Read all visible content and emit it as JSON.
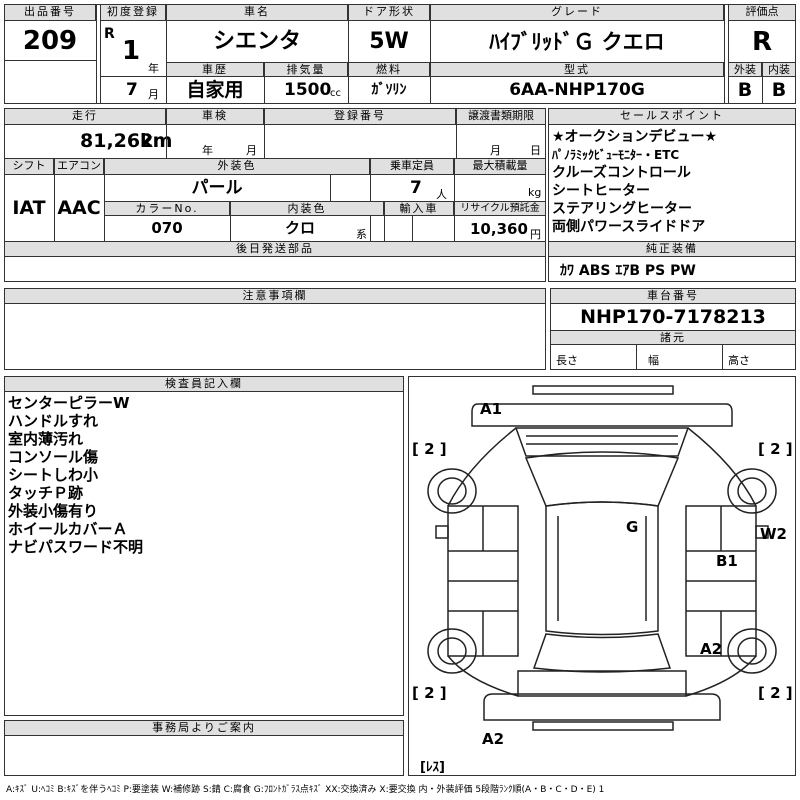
{
  "header": {
    "lot_label": "出品番号",
    "lot_number": "209",
    "first_reg_label": "初度登録",
    "era": "R",
    "year_num": "1",
    "year_unit": "年",
    "month_num": "7",
    "month_unit": "月",
    "car_name_label": "車名",
    "car_name": "シエンタ",
    "history_label": "車歴",
    "history": "自家用",
    "displacement_label": "排気量",
    "displacement": "1500",
    "displacement_unit": "cc",
    "door_label": "ドア形状",
    "door": "5W",
    "fuel_label": "燃料",
    "fuel": "ｶﾞｿﾘﾝ",
    "grade_label": "グレード",
    "grade": "ﾊｲﾌﾞﾘｯﾄﾞＧ クエロ",
    "model_label": "型式",
    "model": "6AA-NHP170G",
    "score_label": "評価点",
    "score": "R",
    "exterior_label": "外装",
    "exterior": "B",
    "interior_label": "内装",
    "interior": "B"
  },
  "row2": {
    "mileage_label": "走行",
    "mileage": "81,262",
    "mileage_unit": "km",
    "inspection_label": "車検",
    "year_unit": "年",
    "month_unit": "月",
    "regno_label": "登録番号",
    "transfer_label": "譲渡書類期限",
    "sales_point_label": "セールスポイント",
    "shift_label": "シフト",
    "shift": "IAT",
    "ac_label": "エアコン",
    "ac": "AAC",
    "ext_color_label": "外装色",
    "ext_color": "パール",
    "capacity_label": "乗車定員",
    "capacity": "7",
    "capacity_unit": "人",
    "max_load_label": "最大積載量",
    "max_load_unit": "kg",
    "color_no_label": "カラーNo.",
    "color_no": "070",
    "int_color_label": "内装色",
    "int_color": "クロ",
    "int_color_unit": "系",
    "import_label": "輸入車",
    "recycle_label": "リサイクル預託金",
    "recycle": "10,360",
    "recycle_unit": "円",
    "later_label": "後日発送部品",
    "equipment_label": "純正装備",
    "equipment": "ｶﾜ ABS ｴｱB PS PW"
  },
  "sales_points": [
    "★オークションデビュー★",
    "ﾊﾟﾉﾗﾐｯｸﾋﾞｭｰﾓﾆﾀｰ・ETC",
    "クルーズコントロール",
    "シートヒーター",
    "ステアリングヒーター",
    "両側パワースライドドア"
  ],
  "notes_label": "注意事項欄",
  "chassis_label": "車台番号",
  "chassis": "NHP170-7178213",
  "specs_label": "諸元",
  "length_label": "長さ",
  "width_label": "幅",
  "height_label": "高さ",
  "inspector_label": "検査員記入欄",
  "inspector_notes": [
    "センターピラーW",
    "ハンドルすれ",
    "室内薄汚れ",
    "コンソール傷",
    "シートしわ小",
    "タッチＰ跡",
    "外装小傷有り",
    "ホイールカバーＡ",
    "ナビパスワード不明"
  ],
  "office_label": "事務局よりご案内",
  "diagram_marks": {
    "a1": "A1",
    "g": "G",
    "w2": "W2",
    "b1": "B1",
    "a2_right": "A2",
    "a2_bottom": "A2",
    "tire_fl": "[ 2 ]",
    "tire_fr": "[ 2 ]",
    "tire_rl": "[ 2 ]",
    "tire_rr": "[ 2 ]",
    "spare": "[ﾚｽ]"
  },
  "legend": "A:ｷｽﾞ U:ﾍｺﾐ B:ｷｽﾞを伴うﾍｺﾐ P:要塗装 W:補修跡 S:錆 C:腐食 G:ﾌﾛﾝﾄｶﾞﾗｽ点ｷｽﾞ XX:交換済み X:要交換 内・外装評価 5段階ﾗﾝｸ順(A・B・C・D・E) 1"
}
